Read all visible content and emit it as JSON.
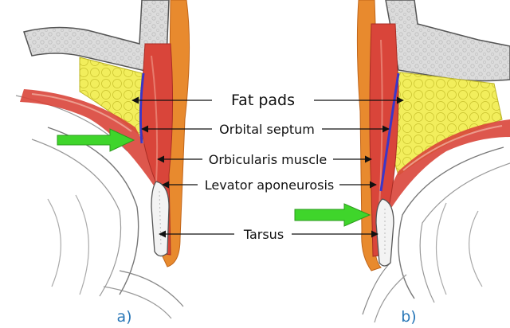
{
  "labels": {
    "fat_pads": "Fat pads",
    "orbital_septum": "Orbital septum",
    "orbicularis_muscle": "Orbicularis muscle",
    "levator_aponeurosis": "Levator aponeurosis",
    "tarsus": "Tarsus"
  },
  "panels": {
    "left": "a)",
    "right": "b)"
  },
  "colors": {
    "bone": "#d9d9d9",
    "fat": "#f1ec58",
    "muscle": "#d9453a",
    "skin": "#e88a2e",
    "septum": "#3b36c8",
    "tarsus": "#f3f3f3",
    "arrow": "#3fd52b",
    "label_blue": "#2a78b8"
  }
}
